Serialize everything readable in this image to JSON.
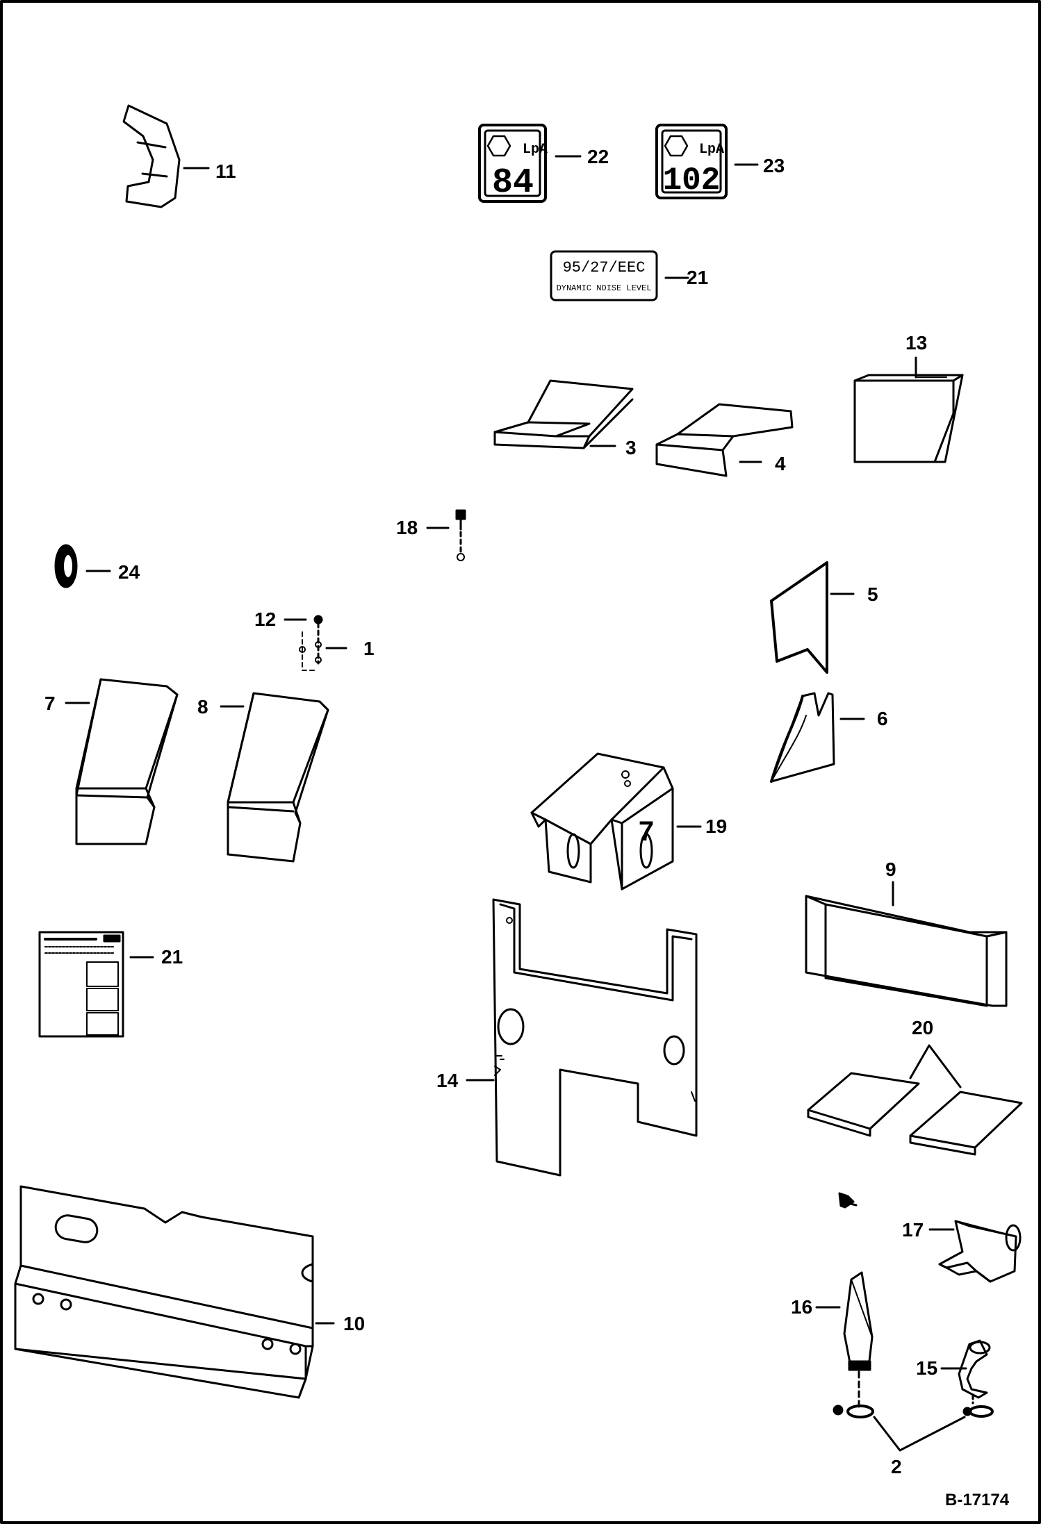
{
  "drawing_id": "B-17174",
  "callouts": [
    {
      "id": "c11",
      "label": "11"
    },
    {
      "id": "c22",
      "label": "22"
    },
    {
      "id": "c23",
      "label": "23"
    },
    {
      "id": "c21a",
      "label": "21"
    },
    {
      "id": "c13",
      "label": "13"
    },
    {
      "id": "c3",
      "label": "3"
    },
    {
      "id": "c4",
      "label": "4"
    },
    {
      "id": "c18",
      "label": "18"
    },
    {
      "id": "c24",
      "label": "24"
    },
    {
      "id": "c12",
      "label": "12"
    },
    {
      "id": "c1",
      "label": "1"
    },
    {
      "id": "c5",
      "label": "5"
    },
    {
      "id": "c7",
      "label": "7"
    },
    {
      "id": "c8",
      "label": "8"
    },
    {
      "id": "c6",
      "label": "6"
    },
    {
      "id": "c19",
      "label": "19"
    },
    {
      "id": "c9",
      "label": "9"
    },
    {
      "id": "c21b",
      "label": "21"
    },
    {
      "id": "c20",
      "label": "20"
    },
    {
      "id": "c14",
      "label": "14"
    },
    {
      "id": "c17",
      "label": "17"
    },
    {
      "id": "c10",
      "label": "10"
    },
    {
      "id": "c16",
      "label": "16"
    },
    {
      "id": "c15",
      "label": "15"
    },
    {
      "id": "c2",
      "label": "2"
    }
  ],
  "decals": {
    "decal_22_number": "84",
    "decal_23_number": "102",
    "sound_symbol": "LpA",
    "decal_21_line1": "95/27/EEC",
    "decal_21_line2": "DYNAMIC NOISE LEVEL"
  }
}
